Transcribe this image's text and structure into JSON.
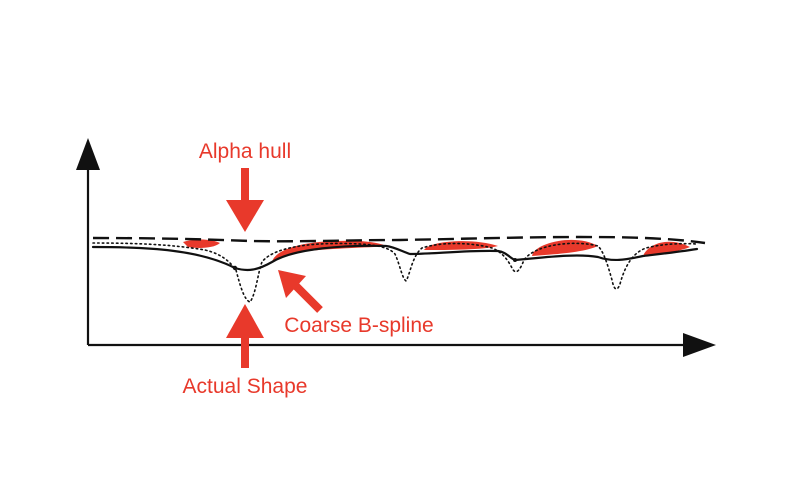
{
  "labels": {
    "alpha_hull": "Alpha hull",
    "coarse_bspline": "Coarse B-spline",
    "actual_shape": "Actual Shape"
  },
  "colors": {
    "annotation": "#e8392b",
    "fill": "#e8392b",
    "line": "#111111"
  }
}
